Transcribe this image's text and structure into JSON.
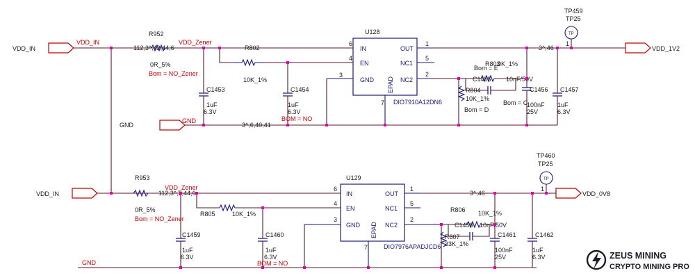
{
  "top": {
    "vdd_in_port": "VDD_IN",
    "vdd_in_net": "VDD_IN",
    "vdd_zener_net": "VDD_Zener",
    "gnd_port": "GND",
    "bus_ref_in": "112,3^,42,44,6",
    "bus_ref_gnd": "3^,6,40,41",
    "bus_ref_out": "3^,46",
    "output_port": "VDD_1V2",
    "r_in": {
      "ref": "R952",
      "value": "0R_5%",
      "bom": "Bom = NO_Zener"
    },
    "r_en": {
      "ref": "R802",
      "value": "10K_1%"
    },
    "c_in": {
      "ref": "C1453",
      "value": "1uF",
      "voltage": "6.3V"
    },
    "c_en": {
      "ref": "C1454",
      "value": "1uF",
      "voltage": "6.3V",
      "bom": "BOM = NO"
    },
    "ic": {
      "ref": "U128",
      "part": "DIO7910A12DN6",
      "pins_left": [
        {
          "name": "IN",
          "num": "6"
        },
        {
          "name": "EN",
          "num": "4"
        },
        {
          "name": "GND",
          "num": "3"
        }
      ],
      "pins_right": [
        {
          "name": "OUT",
          "num": "1"
        },
        {
          "name": "NC1",
          "num": "5"
        },
        {
          "name": "NC2",
          "num": "2"
        }
      ],
      "epad": "EPAD",
      "epad_num": "7"
    },
    "r_ff1": {
      "ref": "R803",
      "value": "0K_1%",
      "bom": "Bom = E"
    },
    "c_ff": {
      "ref": "C1455",
      "value": "10nF/50V"
    },
    "r_ff2": {
      "ref": "R804",
      "value": "10K_1%",
      "bom": "Bom = D"
    },
    "bom_c": "Bom = C",
    "c_out1": {
      "ref": "C1456",
      "value": "100nF",
      "voltage": "25V"
    },
    "c_out2": {
      "ref": "C1457",
      "value": "1uF",
      "voltage": "6.3V"
    },
    "testpoint": {
      "ref": "TP459",
      "type": "TP25",
      "symbol": "TP",
      "pin": "1"
    }
  },
  "bottom": {
    "vdd_in_port": "VDD_IN",
    "vdd_zener_net": "VDD_Zener",
    "gnd_net": "GND",
    "bus_ref_in": "112,3^,3,44,6",
    "bus_ref_out": "3^,46",
    "output_port": "VDD_0V8",
    "r_in": {
      "ref": "R953",
      "value": "0R_5%",
      "bom": "Bom = NO_Zener"
    },
    "r_en": {
      "ref": "R805",
      "value": "10K_1%"
    },
    "c_in": {
      "ref": "C1459",
      "value": "1uF",
      "voltage": "6.3V"
    },
    "c_en": {
      "ref": "C1460",
      "value": "1uF",
      "voltage": "6.3V",
      "bom": "BOM = NO"
    },
    "ic": {
      "ref": "U129",
      "part": "DIO7976APADJCD6",
      "pins_left": [
        {
          "name": "IN",
          "num": "6"
        },
        {
          "name": "EN",
          "num": "4"
        },
        {
          "name": "GND",
          "num": "3"
        }
      ],
      "pins_right": [
        {
          "name": "OUT",
          "num": "1"
        },
        {
          "name": "NC1",
          "num": "5"
        },
        {
          "name": "NC2",
          "num": "2"
        }
      ],
      "epad": "EPAD",
      "epad_num": "7"
    },
    "r_ff1": {
      "ref": "R806",
      "value": "10K_1%"
    },
    "c_ff": {
      "ref": "C1458",
      "value": "10nF/50V"
    },
    "r_ff2": {
      "ref": "R807",
      "value": "33K_1%"
    },
    "c_out1": {
      "ref": "C1461",
      "value": "100nF",
      "voltage": "25V"
    },
    "c_out2": {
      "ref": "C1462",
      "value": "1uF",
      "voltage": "6.3V"
    },
    "testpoint": {
      "ref": "TP460",
      "type": "TP25",
      "symbol": "TP",
      "pin": "1"
    }
  },
  "gnd_net_label": "GND",
  "watermark": {
    "line1": "ZEUS MINING",
    "line2": "CRYPTO MINING PRO",
    "icon": "lightning-icon"
  }
}
